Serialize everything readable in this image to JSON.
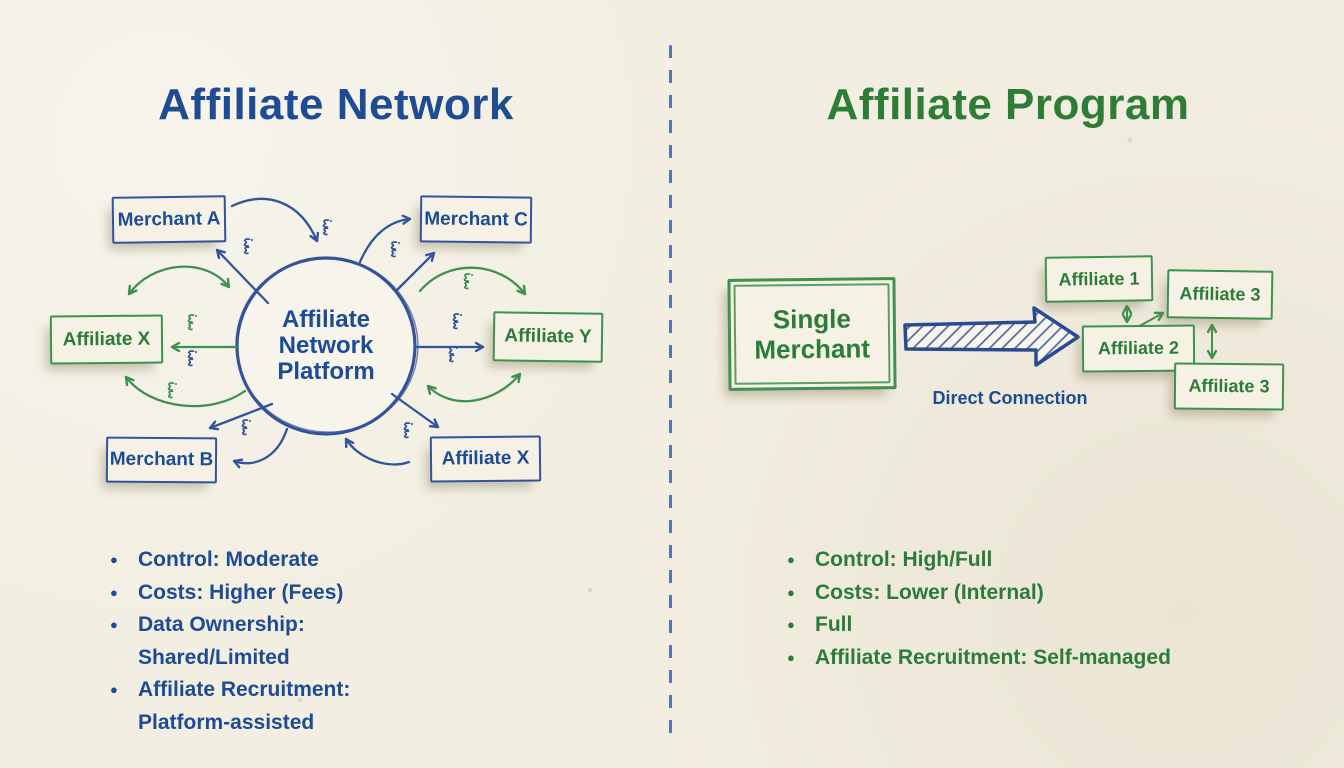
{
  "left": {
    "title": "Affiliate Network",
    "center_node": {
      "line1": "Affiliate",
      "line2": "Network",
      "line3": "Platform"
    },
    "nodes": [
      {
        "label": "Merchant A",
        "color": "blue"
      },
      {
        "label": "Merchant C",
        "color": "blue"
      },
      {
        "label": "Affiliate X",
        "color": "green"
      },
      {
        "label": "Affiliate Y",
        "color": "green"
      },
      {
        "label": "Merchant B",
        "color": "blue"
      },
      {
        "label": "Affiliate X",
        "color": "blue"
      }
    ],
    "bullets": [
      "Control: Moderate",
      "Costs: Higher (Fees)",
      "Data Ownership: Shared/Limited",
      "Affiliate Recruitment: Platform-assisted"
    ]
  },
  "right": {
    "title": "Affiliate Program",
    "merchant_node": {
      "line1": "Single",
      "line2": "Merchant"
    },
    "arrow_label": "Direct Connection",
    "nodes": [
      {
        "label": "Affiliate 1"
      },
      {
        "label": "Affiliate 3"
      },
      {
        "label": "Affiliate 2"
      },
      {
        "label": "Affiliate 3"
      }
    ],
    "bullets": [
      "Control: High/Full",
      "Costs: Lower (Internal)",
      "Full",
      "Affiliate Recruitment: Self-managed"
    ]
  },
  "colors": {
    "paper": "#f2eee1",
    "blue_text": "#1d4b94",
    "blue_line": "#33549b",
    "green_text": "#2b7c38",
    "green_line": "#3f9150",
    "divider_blue": "#3c5fa8"
  },
  "icons": {
    "doodle": "scroll-doodle-icon"
  }
}
